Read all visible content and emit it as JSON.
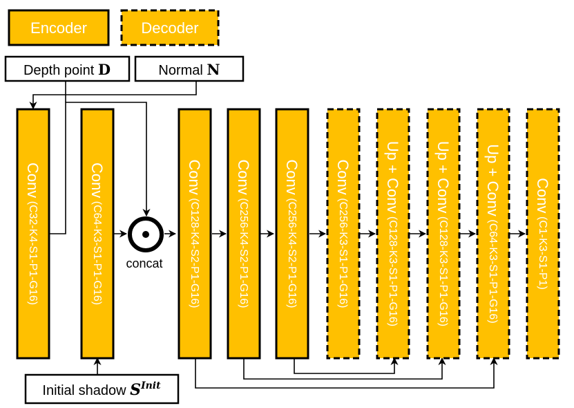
{
  "legend": {
    "encoder_label": "Encoder",
    "decoder_label": "Decoder"
  },
  "inputs": {
    "depth_text": "Depth point ",
    "depth_symbol": "D",
    "normal_text": "Normal ",
    "normal_symbol": "N",
    "shadow_text": "Initial shadow ",
    "shadow_symbol": "S",
    "shadow_superscript": "Init"
  },
  "concat_label": "concat",
  "layers": [
    {
      "kind": "encoder",
      "op": "Conv",
      "params": " (C32-K4-S1-P1-G16)"
    },
    {
      "kind": "encoder",
      "op": "Conv",
      "params": " (C64-K3-S1-P1-G16)"
    },
    {
      "kind": "encoder",
      "op": "Conv",
      "params": " (C128-K4-S2-P1-G16)"
    },
    {
      "kind": "encoder",
      "op": "Conv",
      "params": " (C256-K4-S2-P1-G16)"
    },
    {
      "kind": "encoder",
      "op": "Conv",
      "params": " (C256-K4-S2-P1-G16)"
    },
    {
      "kind": "decoder",
      "op": "Conv",
      "params": " (C256-K3-S1-P1-G16)"
    },
    {
      "kind": "decoder",
      "op": "Up + Conv",
      "params": " (C128-K3-S1-P1-G16)"
    },
    {
      "kind": "decoder",
      "op": "Up + Conv",
      "params": " (C128-K3-S1-P1-G16)"
    },
    {
      "kind": "decoder",
      "op": "Up + Conv",
      "params": " (C64-K3-S1-P1-G16)"
    },
    {
      "kind": "decoder",
      "op": "Conv",
      "params": " (C1-K3-S1-P1)"
    }
  ],
  "colors": {
    "block_fill": "#FFC000",
    "stroke": "#000000",
    "label_text": "#FFFFFF"
  }
}
